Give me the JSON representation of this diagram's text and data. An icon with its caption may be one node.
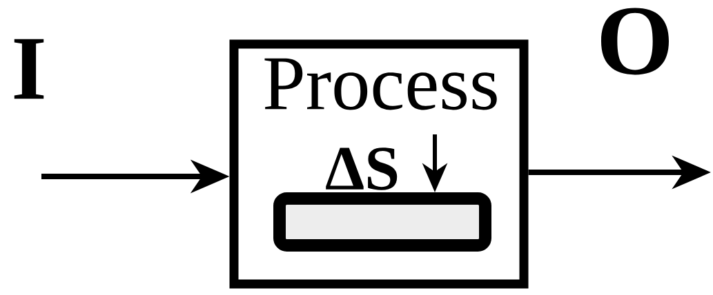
{
  "diagram": {
    "nodes": [
      {
        "text": [
          "Process",
          "**ΔS**"
        ]
      },
      {
        "text": [],
        "shape": "bar",
        "in": 0
      }
    ],
    "edges": [
      {
        "from": null,
        "to": 0,
        "arrow": "to",
        "label": "I"
      },
      {
        "from": 0,
        "to": null,
        "arrow": "to",
        "label": "O"
      },
      {
        "from": null,
        "to": 1,
        "arrow": "to"
      }
    ]
  }
}
